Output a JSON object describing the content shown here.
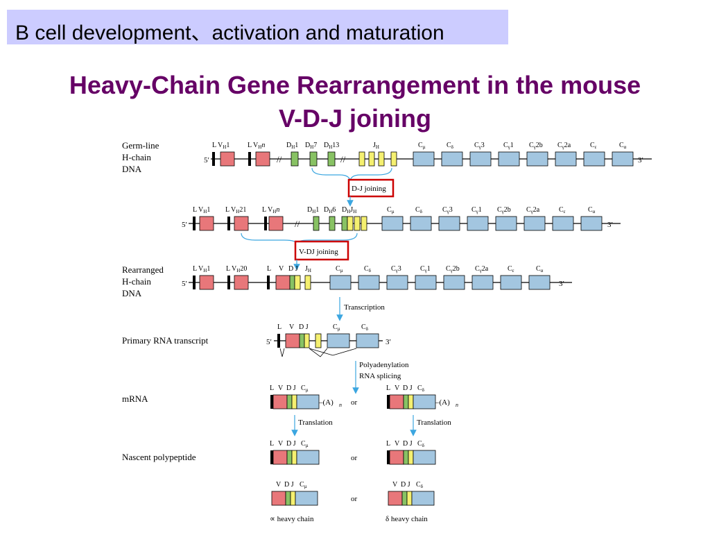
{
  "header": {
    "course_title": "B cell development、activation and maturation"
  },
  "slide": {
    "title_line1": "Heavy-Chain Gene Rearrangement in the mouse",
    "title_line2": "V-D-J joining"
  },
  "labels": {
    "germline": [
      "Germ-line",
      "H-chain",
      "DNA"
    ],
    "rearranged": [
      "Rearranged",
      "H-chain",
      "DNA"
    ],
    "primary": "Primary RNA transcript",
    "mrna": "mRNA",
    "nascent": "Nascent polypeptide"
  },
  "steps": {
    "dj_joining": "D-J joining",
    "vdj_joining": "V-DJ joining",
    "transcription": "Transcription",
    "polyadenylation": "Polyadenylation",
    "rna_splicing": "RNA splicing",
    "translation": "Translation"
  },
  "misc": {
    "five_prime": "5′",
    "three_prime": "3′",
    "or": "or",
    "alpha_heavy": "∝ heavy chain",
    "delta_heavy": "δ heavy chain",
    "poly_a": "–(A)",
    "n": "n"
  },
  "colors": {
    "V": "#e8777a",
    "D": "#88c264",
    "J": "#f5f070",
    "C": "#a3c6e0",
    "red_box": "#cc0000",
    "arrow": "#3ba6e0",
    "accent_title": "#660066",
    "topbar_bg": "#ccccff"
  }
}
